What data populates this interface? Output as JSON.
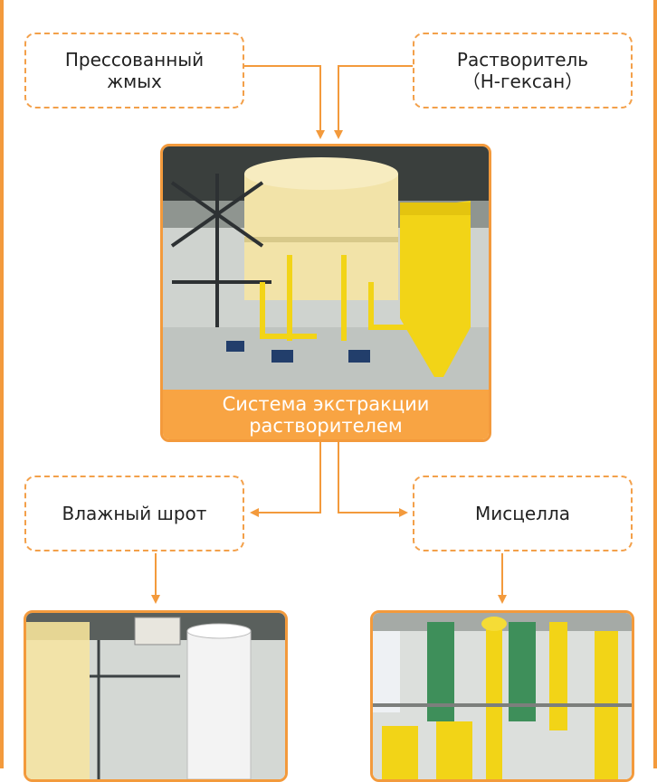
{
  "nodes": {
    "pressed_cake": "Прессованный\nжмых",
    "solvent": "Растворитель\n（Н-гексан）",
    "extraction_system": "Система экстракции\nрастворителем",
    "wet_meal": "Влажный шрот",
    "miscella": "Мисцелла"
  },
  "colors": {
    "accent": "#f39a3c",
    "caption_bg": "#f8a443",
    "dashed_border": "#f3a04a",
    "yellow_tank": "#f2d417",
    "cream_tank": "#f2e3a8"
  },
  "photos": {
    "extraction": "extraction-plant-photo",
    "wet_meal": "desolventizer-photo",
    "miscella": "evaporator-photo"
  }
}
